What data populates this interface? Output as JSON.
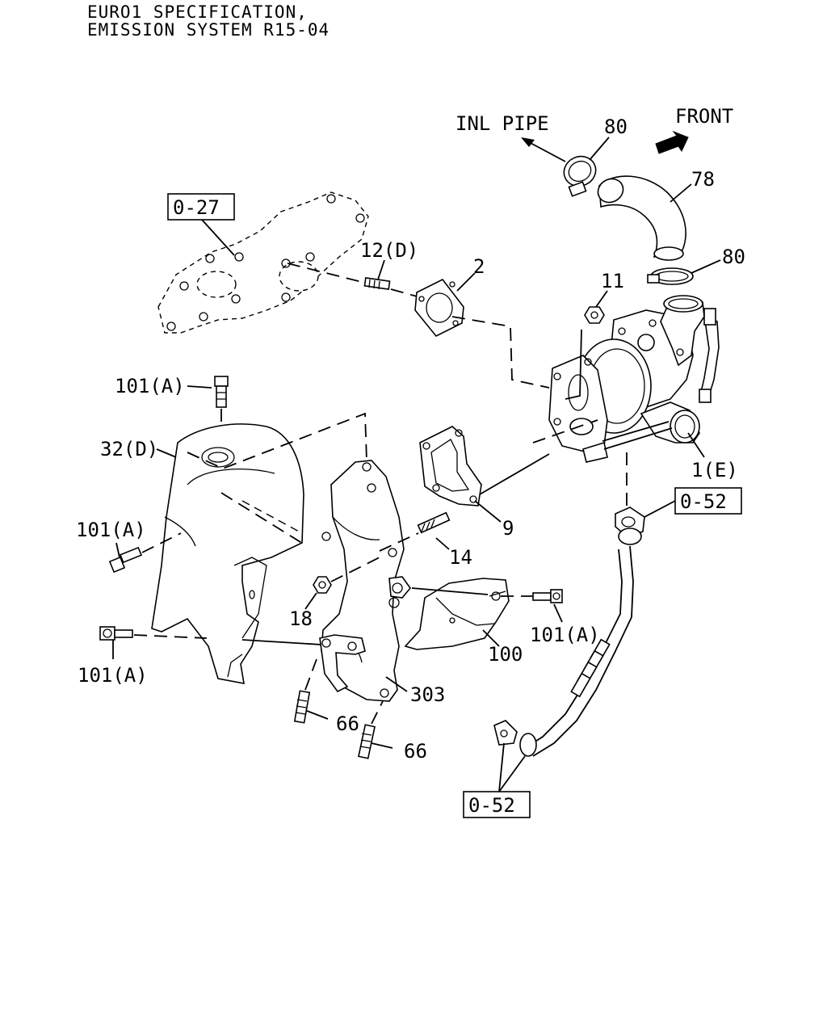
{
  "header": {
    "line1": "EURO1 SPECIFICATION,",
    "line2": "EMISSION SYSTEM R15-04"
  },
  "annotations": {
    "inl_pipe": "INL PIPE",
    "front": "FRONT"
  },
  "refs": {
    "ref_027": "0-27",
    "ref_052_a": "0-52",
    "ref_052_b": "0-52"
  },
  "callouts": {
    "p80_top": "80",
    "p78": "78",
    "p80_lower": "80",
    "p12d": "12(D)",
    "p2": "2",
    "p11": "11",
    "p101a_top": "101(A)",
    "p32d": "32(D)",
    "p1e": "1(E)",
    "p101a_left": "101(A)",
    "p9": "9",
    "p14": "14",
    "p18": "18",
    "p101a_right": "101(A)",
    "p100": "100",
    "p101a_bottom": "101(A)",
    "p303": "303",
    "p66_a": "66",
    "p66_b": "66"
  }
}
